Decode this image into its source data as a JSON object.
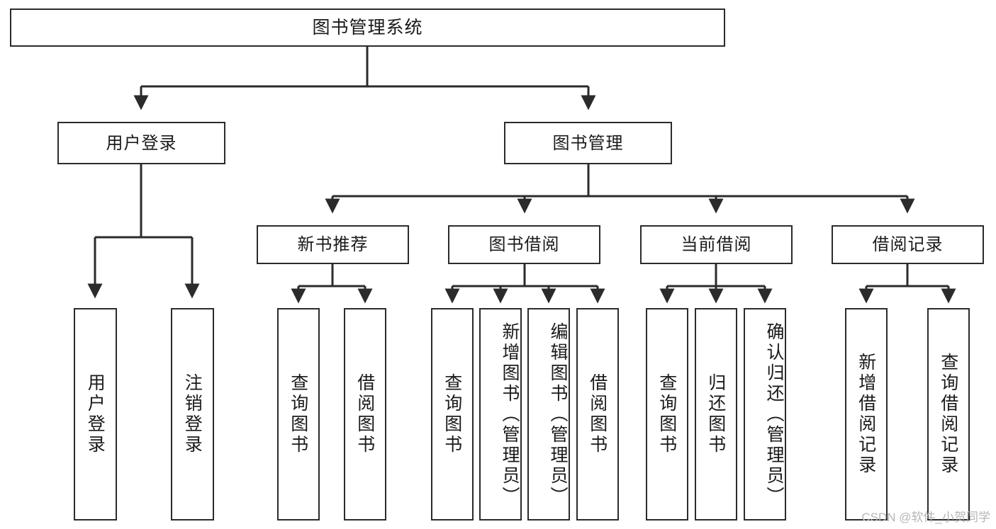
{
  "diagram": {
    "type": "tree",
    "title": "图书管理系统",
    "watermark": "CSDN @软件_小贺同学",
    "colors": {
      "stroke": "#2b2b2b",
      "fill": "#ffffff",
      "text": "#1a1a1a",
      "watermark": "#b6b6b6"
    },
    "root": {
      "label": "图书管理系统"
    },
    "level2": [
      {
        "label": "用户登录"
      },
      {
        "label": "图书管理"
      }
    ],
    "level3": [
      {
        "label": "新书推荐"
      },
      {
        "label": "图书借阅"
      },
      {
        "label": "当前借阅"
      },
      {
        "label": "借阅记录"
      }
    ],
    "leaves": {
      "user_login": [
        {
          "label": "用户登录"
        },
        {
          "label": "注销登录"
        }
      ],
      "new_book": [
        {
          "label": "查询图书"
        },
        {
          "label": "借阅图书"
        }
      ],
      "borrow": [
        {
          "label": "查询图书"
        },
        {
          "label": "新增图书（管理员）"
        },
        {
          "label": "编辑图书（管理员）"
        },
        {
          "label": "借阅图书"
        }
      ],
      "current": [
        {
          "label": "查询图书"
        },
        {
          "label": "归还图书"
        },
        {
          "label": "确认归还（管理员）"
        }
      ],
      "records": [
        {
          "label": "新增借阅记录"
        },
        {
          "label": "查询借阅记录"
        }
      ]
    }
  }
}
